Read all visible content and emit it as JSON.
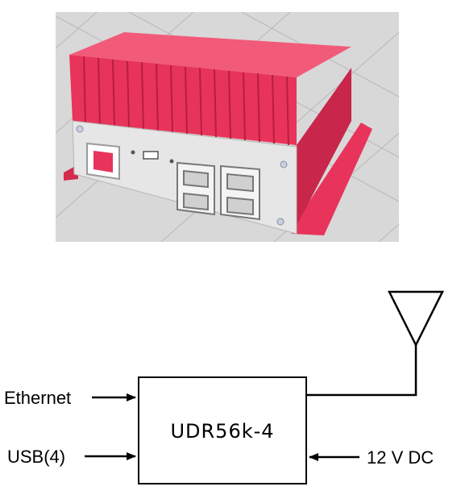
{
  "render": {
    "enclosure_color": "#e8345a",
    "panel_color": "#e6e6e6",
    "floor_color": "#d8d8d8",
    "grid_color": "#b8b8b8",
    "line_color": "#000000"
  },
  "diagram": {
    "device_label": "UDR56k-4",
    "inputs": [
      {
        "label": "Ethernet"
      },
      {
        "label": "USB(4)"
      }
    ],
    "power_label": "12 V DC",
    "antenna": "antenna-icon"
  }
}
